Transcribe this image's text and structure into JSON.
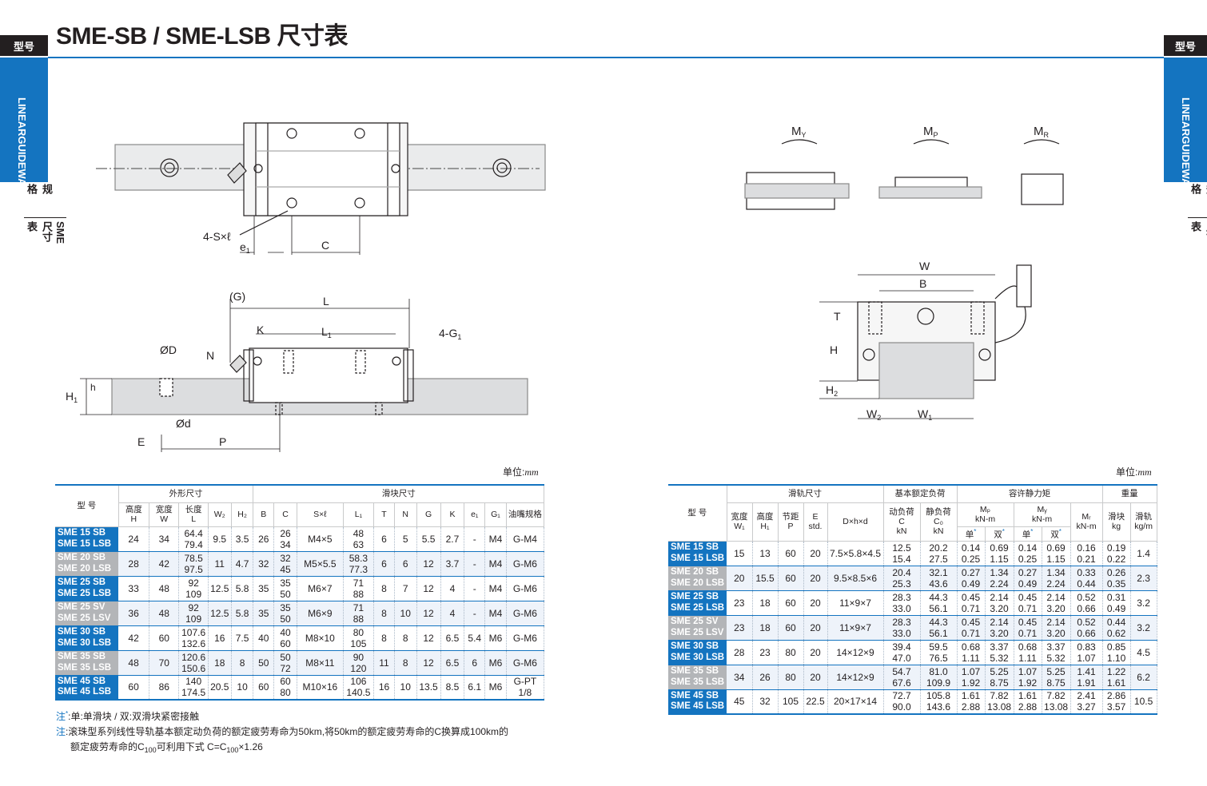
{
  "header": {
    "tag": "型号",
    "title": "SME-SB / SME-LSB 尺寸表",
    "side_tab": "LINEARGUIDEWAY",
    "side_sub_a": "规格",
    "side_sub_b": "SME尺寸表"
  },
  "drawing_labels": {
    "s_l": "4-S×ℓ",
    "e1": "e",
    "c": "C",
    "g": "(G)",
    "l": "L",
    "k": "K",
    "l1": "L",
    "g1": "4-G",
    "od": "ØD",
    "n": "N",
    "h_small": "h",
    "h1": "H",
    "d_small": "Ød",
    "e": "E",
    "p": "P",
    "my": "M",
    "mp": "M",
    "mr": "M",
    "w": "W",
    "b": "B",
    "t": "T",
    "h": "H",
    "h2": "H",
    "w2": "W",
    "w1": "W",
    "sub_1": "1",
    "sub_2": "2",
    "sub_y": "Y",
    "sub_p": "P",
    "sub_r": "R"
  },
  "unit_label": "单位:",
  "unit_value": "mm",
  "table1": {
    "group_model": "型 号",
    "group_outer": "外形尺寸",
    "group_block": "滑块尺寸",
    "cols": [
      {
        "a": "高度",
        "b": "H"
      },
      {
        "a": "宽度",
        "b": "W"
      },
      {
        "a": "长度",
        "b": "L"
      },
      {
        "a": "W₂",
        "b": ""
      },
      {
        "a": "H₂",
        "b": ""
      },
      {
        "a": "B",
        "b": ""
      },
      {
        "a": "C",
        "b": ""
      },
      {
        "a": "S×ℓ",
        "b": ""
      },
      {
        "a": "L₁",
        "b": ""
      },
      {
        "a": "T",
        "b": ""
      },
      {
        "a": "N",
        "b": ""
      },
      {
        "a": "G",
        "b": ""
      },
      {
        "a": "K",
        "b": ""
      },
      {
        "a": "e₁",
        "b": ""
      },
      {
        "a": "G₁",
        "b": ""
      },
      {
        "a": "油嘴规格",
        "b": ""
      }
    ],
    "rows": [
      {
        "m": [
          "SME 15 SB",
          "SME 15 LSB"
        ],
        "c": "bl",
        "v": [
          "24",
          "34",
          [
            "64.4",
            "79.4"
          ],
          "9.5",
          "3.5",
          "26",
          [
            "26",
            "34"
          ],
          "M4×5",
          [
            "48",
            "63"
          ],
          "6",
          "5",
          "5.5",
          "2.7",
          "-",
          "M4",
          "G-M4"
        ]
      },
      {
        "m": [
          "SME 20 SB",
          "SME 20 LSB"
        ],
        "c": "gr",
        "v": [
          "28",
          "42",
          [
            "78.5",
            "97.5"
          ],
          "11",
          "4.7",
          "32",
          [
            "32",
            "45"
          ],
          "M5×5.5",
          [
            "58.3",
            "77.3"
          ],
          "6",
          "6",
          "12",
          "3.7",
          "-",
          "M4",
          "G-M6"
        ]
      },
      {
        "m": [
          "SME 25 SB",
          "SME 25 LSB"
        ],
        "c": "bl",
        "v": [
          "33",
          "48",
          [
            "92",
            "109"
          ],
          "12.5",
          "5.8",
          "35",
          [
            "35",
            "50"
          ],
          "M6×7",
          [
            "71",
            "88"
          ],
          "8",
          "7",
          "12",
          "4",
          "-",
          "M4",
          "G-M6"
        ]
      },
      {
        "m": [
          "SME 25 SV",
          "SME 25 LSV"
        ],
        "c": "gr",
        "v": [
          "36",
          "48",
          [
            "92",
            "109"
          ],
          "12.5",
          "5.8",
          "35",
          [
            "35",
            "50"
          ],
          "M6×9",
          [
            "71",
            "88"
          ],
          "8",
          "10",
          "12",
          "4",
          "-",
          "M4",
          "G-M6"
        ]
      },
      {
        "m": [
          "SME 30 SB",
          "SME 30 LSB"
        ],
        "c": "bl",
        "v": [
          "42",
          "60",
          [
            "107.6",
            "132.6"
          ],
          "16",
          "7.5",
          "40",
          [
            "40",
            "60"
          ],
          "M8×10",
          [
            "80",
            "105"
          ],
          "8",
          "8",
          "12",
          "6.5",
          "5.4",
          "M6",
          "G-M6"
        ]
      },
      {
        "m": [
          "SME 35 SB",
          "SME 35 LSB"
        ],
        "c": "gr",
        "v": [
          "48",
          "70",
          [
            "120.6",
            "150.6"
          ],
          "18",
          "8",
          "50",
          [
            "50",
            "72"
          ],
          "M8×11",
          [
            "90",
            "120"
          ],
          "11",
          "8",
          "12",
          "6.5",
          "6",
          "M6",
          "G-M6"
        ]
      },
      {
        "m": [
          "SME 45 SB",
          "SME 45 LSB"
        ],
        "c": "bl",
        "v": [
          "60",
          "86",
          [
            "140",
            "174.5"
          ],
          "20.5",
          "10",
          "60",
          [
            "60",
            "80"
          ],
          "M10×16",
          [
            "106",
            "140.5"
          ],
          "16",
          "10",
          "13.5",
          "8.5",
          "6.1",
          "M6",
          "G-PT 1/8"
        ]
      }
    ]
  },
  "table2": {
    "group_model": "型 号",
    "group_rail": "滑轨尺寸",
    "group_load": "基本额定负荷",
    "group_moment": "容许静力矩",
    "group_weight": "重量",
    "cols": {
      "w1": {
        "a": "宽度",
        "b": "W₁"
      },
      "h1": {
        "a": "高度",
        "b": "H₁"
      },
      "p": {
        "a": "节距",
        "b": "P"
      },
      "e": {
        "a": "E",
        "b": "std."
      },
      "dhd": "D×h×d",
      "c": {
        "a": "动负荷",
        "b": "C",
        "u": "kN"
      },
      "c0": {
        "a": "静负荷",
        "b": "C₀",
        "u": "kN"
      },
      "mp": {
        "a": "Mₚ",
        "u": "kN-m"
      },
      "my": {
        "a": "Mᵧ",
        "u": "kN-m"
      },
      "mr": {
        "a": "Mᵣ",
        "u": "kN-m"
      },
      "wb": {
        "a": "滑块",
        "u": "kg"
      },
      "wr": {
        "a": "滑轨",
        "u": "kg/m"
      },
      "single": "单",
      "double": "双",
      "star": "*"
    },
    "rows": [
      {
        "m": [
          "SME 15 SB",
          "SME 15 LSB"
        ],
        "c": "bl",
        "r": [
          "15",
          "13",
          "60",
          "20",
          "7.5×5.8×4.5"
        ],
        "d": [
          [
            "12.5",
            "15.4"
          ],
          [
            "20.2",
            "27.5"
          ],
          [
            "0.14",
            "0.25"
          ],
          [
            "0.69",
            "1.15"
          ],
          [
            "0.14",
            "0.25"
          ],
          [
            "0.69",
            "1.15"
          ],
          [
            "0.16",
            "0.21"
          ],
          [
            "0.19",
            "0.22"
          ]
        ],
        "wr": "1.4"
      },
      {
        "m": [
          "SME 20 SB",
          "SME 20 LSB"
        ],
        "c": "gr",
        "r": [
          "20",
          "15.5",
          "60",
          "20",
          "9.5×8.5×6"
        ],
        "d": [
          [
            "20.4",
            "25.3"
          ],
          [
            "32.1",
            "43.6"
          ],
          [
            "0.27",
            "0.49"
          ],
          [
            "1.34",
            "2.24"
          ],
          [
            "0.27",
            "0.49"
          ],
          [
            "1.34",
            "2.24"
          ],
          [
            "0.33",
            "0.44"
          ],
          [
            "0.26",
            "0.35"
          ]
        ],
        "wr": "2.3"
      },
      {
        "m": [
          "SME 25 SB",
          "SME 25 LSB"
        ],
        "c": "bl",
        "r": [
          "23",
          "18",
          "60",
          "20",
          "11×9×7"
        ],
        "d": [
          [
            "28.3",
            "33.0"
          ],
          [
            "44.3",
            "56.1"
          ],
          [
            "0.45",
            "0.71"
          ],
          [
            "2.14",
            "3.20"
          ],
          [
            "0.45",
            "0.71"
          ],
          [
            "2.14",
            "3.20"
          ],
          [
            "0.52",
            "0.66"
          ],
          [
            "0.31",
            "0.49"
          ]
        ],
        "wr": "3.2"
      },
      {
        "m": [
          "SME 25 SV",
          "SME 25 LSV"
        ],
        "c": "gr",
        "r": [
          "23",
          "18",
          "60",
          "20",
          "11×9×7"
        ],
        "d": [
          [
            "28.3",
            "33.0"
          ],
          [
            "44.3",
            "56.1"
          ],
          [
            "0.45",
            "0.71"
          ],
          [
            "2.14",
            "3.20"
          ],
          [
            "0.45",
            "0.71"
          ],
          [
            "2.14",
            "3.20"
          ],
          [
            "0.52",
            "0.66"
          ],
          [
            "0.44",
            "0.62"
          ]
        ],
        "wr": "3.2"
      },
      {
        "m": [
          "SME 30 SB",
          "SME 30 LSB"
        ],
        "c": "bl",
        "r": [
          "28",
          "23",
          "80",
          "20",
          "14×12×9"
        ],
        "d": [
          [
            "39.4",
            "47.0"
          ],
          [
            "59.5",
            "76.5"
          ],
          [
            "0.68",
            "1.11"
          ],
          [
            "3.37",
            "5.32"
          ],
          [
            "0.68",
            "1.11"
          ],
          [
            "3.37",
            "5.32"
          ],
          [
            "0.83",
            "1.07"
          ],
          [
            "0.85",
            "1.10"
          ]
        ],
        "wr": "4.5"
      },
      {
        "m": [
          "SME 35 SB",
          "SME 35 LSB"
        ],
        "c": "gr",
        "r": [
          "34",
          "26",
          "80",
          "20",
          "14×12×9"
        ],
        "d": [
          [
            "54.7",
            "67.6"
          ],
          [
            "81.0",
            "109.9"
          ],
          [
            "1.07",
            "1.92"
          ],
          [
            "5.25",
            "8.75"
          ],
          [
            "1.07",
            "1.92"
          ],
          [
            "5.25",
            "8.75"
          ],
          [
            "1.41",
            "1.91"
          ],
          [
            "1.22",
            "1.61"
          ]
        ],
        "wr": "6.2"
      },
      {
        "m": [
          "SME 45 SB",
          "SME 45 LSB"
        ],
        "c": "bl",
        "r": [
          "45",
          "32",
          "105",
          "22.5",
          "20×17×14"
        ],
        "d": [
          [
            "72.7",
            "90.0"
          ],
          [
            "105.8",
            "143.6"
          ],
          [
            "1.61",
            "2.88"
          ],
          [
            "7.82",
            "13.08"
          ],
          [
            "1.61",
            "2.88"
          ],
          [
            "7.82",
            "13.08"
          ],
          [
            "2.41",
            "3.27"
          ],
          [
            "2.86",
            "3.57"
          ]
        ],
        "wr": "10.5"
      }
    ]
  },
  "notes": {
    "n1_tag": "注",
    "n1_text": ":单:单滑块 / 双:双滑块紧密接触",
    "n2_tag": "注",
    "n2_text_a": ":滚珠型系列线性导轨基本额定动负荷的额定疲劳寿命为50km,将50km的额定疲劳寿命的C换算成100km的",
    "n2_text_b": "额定疲劳寿命的C",
    "n2_sub": "100",
    "n2_text_c": "可利用下式 C=C",
    "n2_text_d": "×1.26"
  },
  "colors": {
    "accent": "#1474c0",
    "grey_model": "#b3b5b8",
    "row_tint": "#eef3fa",
    "ink": "#231f20"
  }
}
